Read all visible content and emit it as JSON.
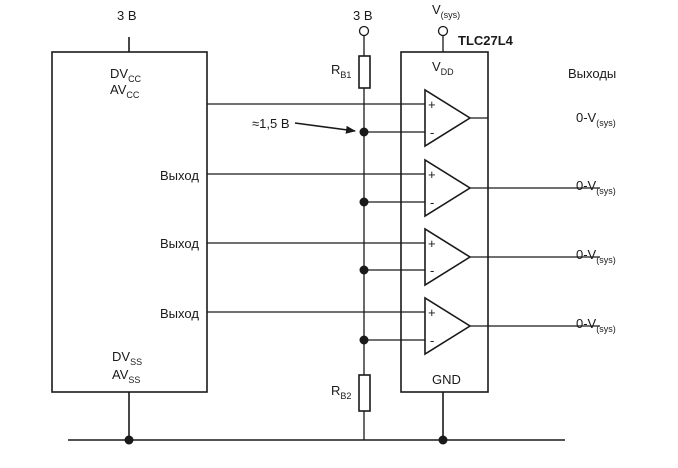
{
  "adc": {
    "supply_top": "3 В",
    "dvcc_main": "DV",
    "dvcc_sub": "CC",
    "avcc_main": "AV",
    "avcc_sub": "CC",
    "outputs": [
      "Выход",
      "Выход",
      "Выход"
    ],
    "dvss_main": "DV",
    "dvss_sub": "SS",
    "avss_main": "AV",
    "avss_sub": "SS"
  },
  "divider": {
    "supply": "3 В",
    "rb1_main": "R",
    "rb1_sub": "B1",
    "rb2_main": "R",
    "rb2_sub": "B2",
    "midpoint": "≈1,5 В"
  },
  "opamp_package": {
    "part": "TLC27L4",
    "vsys_main": "V",
    "vsys_sub": "(sys)",
    "vdd_main": "V",
    "vdd_sub": "DD",
    "gnd": "GND",
    "plus": "+",
    "minus": "-"
  },
  "outputs": {
    "title": "Выходы",
    "items": [
      {
        "main": "0-V",
        "sub": "(sys)"
      },
      {
        "main": "0-V",
        "sub": "(sys)"
      },
      {
        "main": "0-V",
        "sub": "(sys)"
      },
      {
        "main": "0-V",
        "sub": "(sys)"
      }
    ]
  }
}
